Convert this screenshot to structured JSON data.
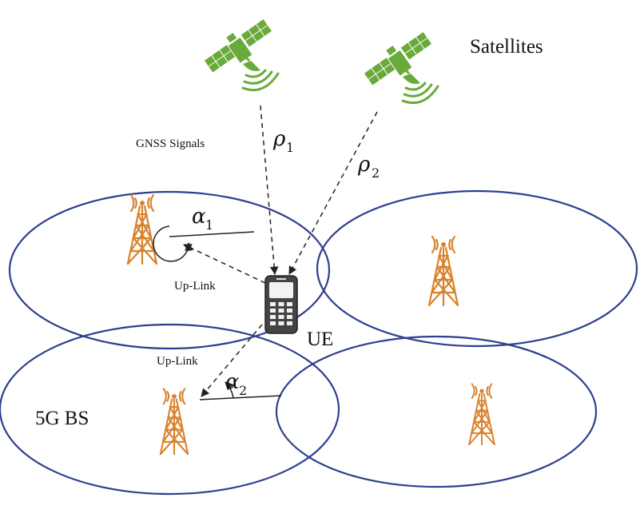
{
  "labels": {
    "satellites": "Satellites",
    "gnss_signals": "GNSS Signals",
    "rho1": "ρ",
    "rho1_sub": "1",
    "rho2": "ρ",
    "rho2_sub": "2",
    "alpha1": "α",
    "alpha1_sub": "1",
    "alpha2": "α",
    "alpha2_sub": "2",
    "uplink_1": "Up-Link",
    "uplink_2": "Up-Link",
    "ue": "UE",
    "bs": "5G BS"
  },
  "colors": {
    "cell_outline": "#2e3f8f",
    "tower": "#d9822b",
    "satellite": "#6aaa3a",
    "signal_line": "#333333",
    "phone": "#3a3a3a"
  },
  "icons": {
    "satellite": "satellite-icon",
    "tower": "cell-tower-icon",
    "phone": "mobile-phone-icon"
  }
}
